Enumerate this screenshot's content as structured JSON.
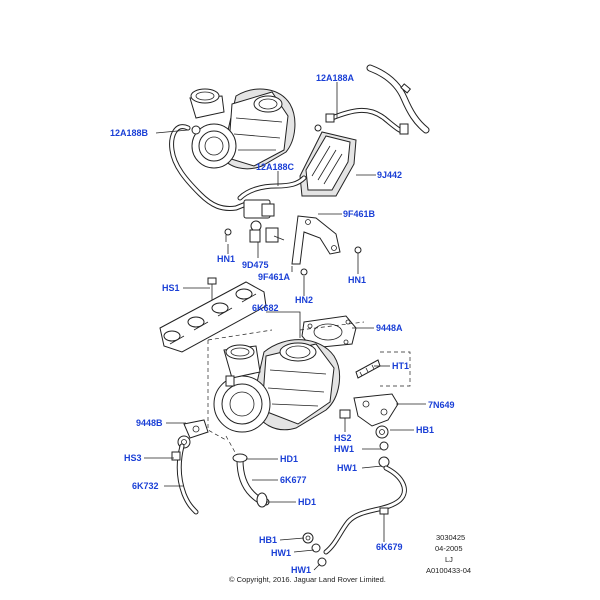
{
  "labels": {
    "p12A188A": "12A188A",
    "p12A188B": "12A188B",
    "p12A188C": "12A188C",
    "p9J442": "9J442",
    "p9F461B": "9F461B",
    "pHN1_a": "HN1",
    "p9D475": "9D475",
    "p9F461A": "9F461A",
    "pHN1_b": "HN1",
    "pHS1": "HS1",
    "pHN2": "HN2",
    "p6K682": "6K682",
    "p9448A": "9448A",
    "pHT1": "HT1",
    "p7N649": "7N649",
    "p9448B": "9448B",
    "pHS2": "HS2",
    "pHB1_a": "HB1",
    "pHS3": "HS3",
    "pHW1_a": "HW1",
    "pHD1_a": "HD1",
    "pHW1_b": "HW1",
    "p6K677": "6K677",
    "p6K732": "6K732",
    "pHD1_b": "HD1",
    "pHB1_b": "HB1",
    "p6K679": "6K679",
    "pHW1_c": "HW1",
    "pHW1_d": "HW1"
  },
  "reference": {
    "number": "3030425",
    "date": "04-2005",
    "code": "LJ",
    "illustration_id": "A0100433-04"
  },
  "copyright": "© Copyright, 2016. Jaguar Land Rover Limited.",
  "colors": {
    "label": "#1a3fd6",
    "line": "#222222"
  }
}
